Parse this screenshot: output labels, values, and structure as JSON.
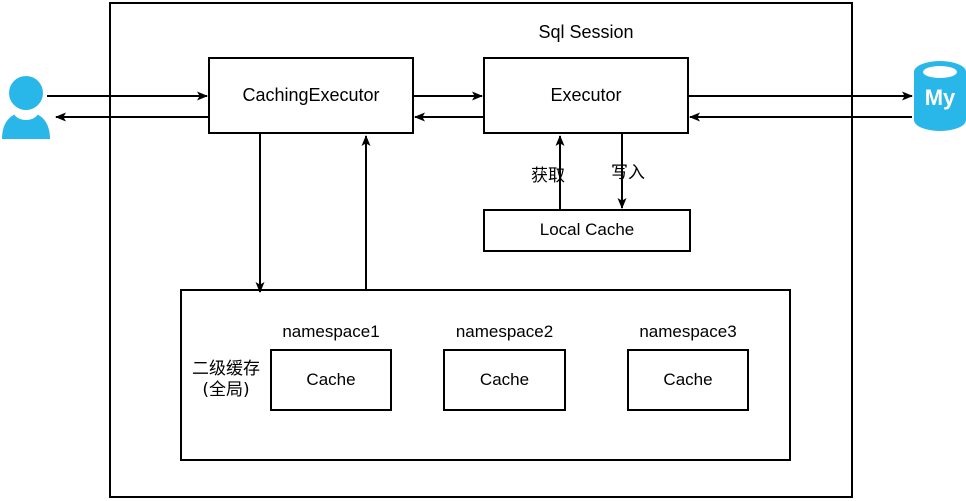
{
  "diagram": {
    "title": "Sql Session",
    "outer_container_label": "Sql Session",
    "nodes": {
      "caching_executor": "CachingExecutor",
      "executor": "Executor",
      "local_cache": "Local Cache",
      "second_level_cache_label": "二级缓存\n(全局)",
      "namespace1": "namespace1",
      "namespace2": "namespace2",
      "namespace3": "namespace3",
      "cache1": "Cache",
      "cache2": "Cache",
      "cache3": "Cache"
    },
    "edge_labels": {
      "fetch": "获取",
      "write": "写入"
    },
    "icons": {
      "user": "user-icon",
      "database": "mysql-database-icon",
      "database_text": "My"
    },
    "colors": {
      "icon_cyan": "#29B6E8",
      "stroke": "#000000",
      "background": "#ffffff"
    }
  }
}
